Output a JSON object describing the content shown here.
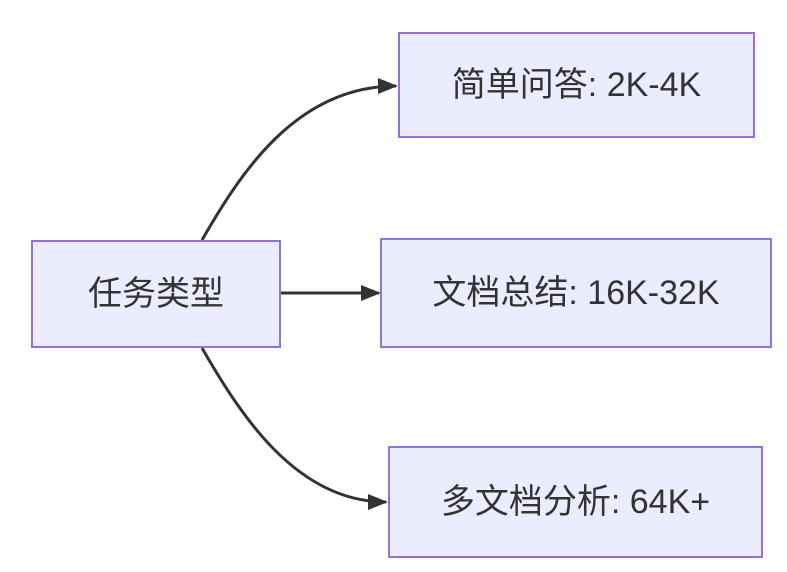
{
  "diagram": {
    "type": "flowchart",
    "direction": "LR",
    "nodes": {
      "root": {
        "id": "task-type",
        "label": "任务类型"
      },
      "branch1": {
        "id": "simple-qa",
        "label": "简单问答: 2K-4K"
      },
      "branch2": {
        "id": "doc-summary",
        "label": "文档总结: 16K-32K"
      },
      "branch3": {
        "id": "multi-doc",
        "label": "多文档分析: 64K+"
      }
    },
    "edges": [
      {
        "from": "task-type",
        "to": "simple-qa",
        "arrow": "solid-arrowhead"
      },
      {
        "from": "task-type",
        "to": "doc-summary",
        "arrow": "solid-arrowhead"
      },
      {
        "from": "task-type",
        "to": "multi-doc",
        "arrow": "solid-arrowhead"
      }
    ],
    "colors": {
      "background": "#ffffff",
      "node_fill": "#ECECFF",
      "node_border": "#9370DB",
      "edge": "#333333",
      "text": "#333333"
    }
  }
}
